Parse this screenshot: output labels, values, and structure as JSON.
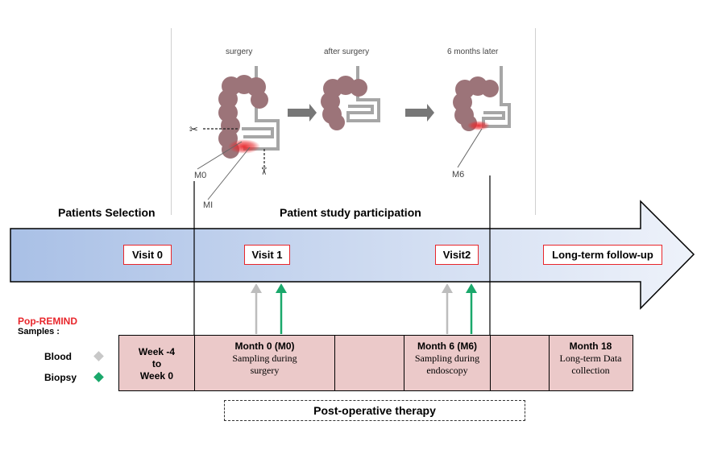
{
  "panels": {
    "surgery_title": "surgery",
    "after_title": "after surgery",
    "later_title": "6 months later",
    "label_m0": "M0",
    "label_mi": "MI",
    "label_m6": "M6"
  },
  "sections": {
    "selection": "Patients Selection",
    "participation": "Patient study participation"
  },
  "visits": {
    "v0": "Visit  0",
    "v1": "Visit 1",
    "v2": "Visit2",
    "followup": "Long-term follow-up"
  },
  "legend": {
    "title": "Pop-REMIND",
    "subtitle": "Samples :",
    "blood": "Blood",
    "biopsy": "Biopsy",
    "blood_color": "#c8c8c8",
    "biopsy_color": "#1aa86b"
  },
  "timeline": {
    "c1_line1": "Week -4",
    "c1_line2": "to",
    "c1_line3": "Week 0",
    "c2_title": "Month 0 (M0)",
    "c2_line1": "Sampling during",
    "c2_line2": "surgery",
    "c4_title": "Month 6 (M6)",
    "c4_line1": "Sampling during",
    "c4_line2": "endoscopy",
    "c6_title": "Month 18",
    "c6_line1": "Long-term Data",
    "c6_line2": "collection"
  },
  "therapy": "Post-operative therapy",
  "colors": {
    "colon": "#9c7479",
    "lesion": "#e8262b",
    "arrow_start": "#a9c0e6",
    "arrow_end": "#eef2fa",
    "table_fill": "#ebc9c9"
  }
}
